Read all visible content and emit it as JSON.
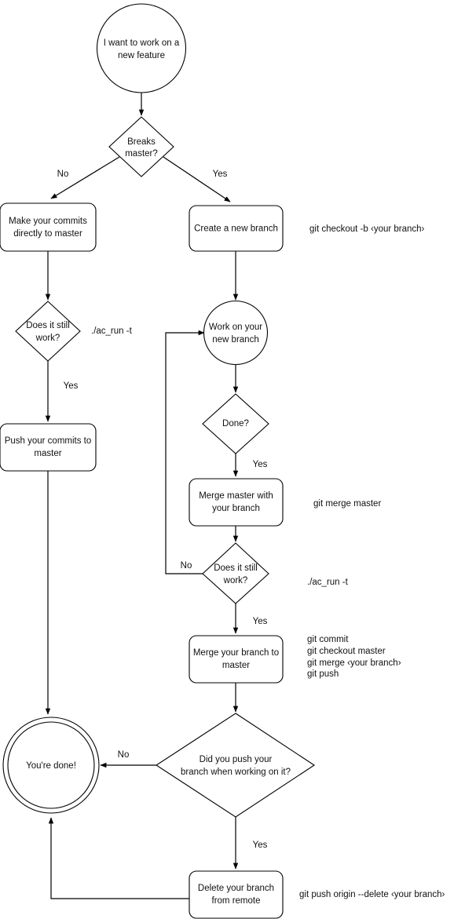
{
  "diagram": {
    "title": "Git feature branch workflow flowchart",
    "background_color": "#ffffff",
    "stroke_color": "#000000",
    "text_color": "#111111"
  },
  "nodes": {
    "start": {
      "label_line1": "I want to work on a",
      "label_line2": "new feature",
      "shape": "circle"
    },
    "breaks_master": {
      "label_line1": "Breaks",
      "label_line2": "master?",
      "shape": "diamond"
    },
    "make_commits": {
      "label_line1": "Make your commits",
      "label_line2": "directly to master",
      "shape": "rounded-rect"
    },
    "create_branch": {
      "label_line1": "Create a new branch",
      "label_line2": "",
      "shape": "rounded-rect"
    },
    "does_it_work_left": {
      "label_line1": "Does it still",
      "label_line2": "work?",
      "shape": "diamond"
    },
    "push_commits": {
      "label_line1": "Push your commits to",
      "label_line2": "master",
      "shape": "rounded-rect"
    },
    "work_branch": {
      "label_line1": "Work on your",
      "label_line2": "new branch",
      "shape": "circle"
    },
    "done_q": {
      "label_line1": "Done?",
      "label_line2": "",
      "shape": "diamond"
    },
    "merge_master": {
      "label_line1": "Merge master with",
      "label_line2": "your branch",
      "shape": "rounded-rect"
    },
    "does_it_work_right": {
      "label_line1": "Does it still",
      "label_line2": "work?",
      "shape": "diamond"
    },
    "merge_branch": {
      "label_line1": "Merge your branch to",
      "label_line2": "master",
      "shape": "rounded-rect"
    },
    "did_you_push": {
      "label_line1": "Did you push your",
      "label_line2": "branch when working on it?",
      "shape": "diamond"
    },
    "delete_branch": {
      "label_line1": "Delete your branch",
      "label_line2": "from remote",
      "shape": "rounded-rect"
    },
    "youre_done": {
      "label_line1": "You're done!",
      "label_line2": "",
      "shape": "double-circle"
    }
  },
  "edge_labels": {
    "breaks_no": "No",
    "breaks_yes": "Yes",
    "left_work_yes": "Yes",
    "done_yes": "Yes",
    "work_right_no": "No",
    "work_right_yes": "Yes",
    "push_no": "No",
    "push_yes": "Yes"
  },
  "commands": {
    "checkout_branch": "git checkout -b ‹your branch›",
    "ac_run_left": "./ac_run -t",
    "merge_master": "git merge master",
    "ac_run_right": "./ac_run -t",
    "merge_group_1": "git commit",
    "merge_group_2": "git checkout master",
    "merge_group_3": "git merge ‹your branch›",
    "merge_group_4": "git push",
    "delete_remote": "git push origin --delete ‹your branch›"
  }
}
